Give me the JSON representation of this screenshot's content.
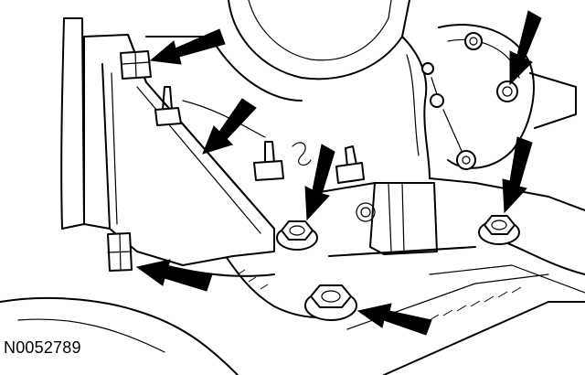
{
  "figure": {
    "id_label": "N0052789"
  },
  "colors": {
    "line": "#000000",
    "background": "#ffffff"
  },
  "annotations": {
    "arrow_count": 7,
    "bolt_count": 6
  }
}
